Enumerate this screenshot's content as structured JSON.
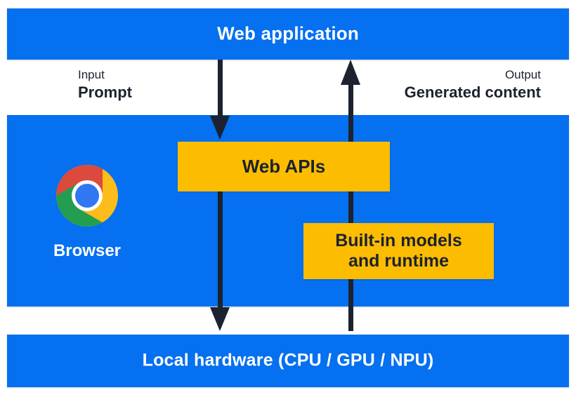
{
  "colors": {
    "panel_blue": "#0570f0",
    "accent_yellow": "#fcbd00",
    "arrow_navy": "#1c2230",
    "text_white": "#ffffff",
    "chrome_red": "#dc4a3d",
    "chrome_yellow": "#fcbd1a",
    "chrome_green": "#239e51",
    "chrome_blue": "#3177f2",
    "chrome_ring": "#ffffff"
  },
  "top_bar": {
    "label": "Web application"
  },
  "flow_labels": {
    "input_caption": "Input",
    "input_label": "Prompt",
    "output_caption": "Output",
    "output_label": "Generated content"
  },
  "browser_panel": {
    "browser_label": "Browser",
    "web_apis_label": "Web APIs",
    "builtin_lines": [
      "Built-in models",
      "and runtime"
    ]
  },
  "bottom_bar": {
    "label": "Local hardware (CPU / GPU / NPU)"
  }
}
